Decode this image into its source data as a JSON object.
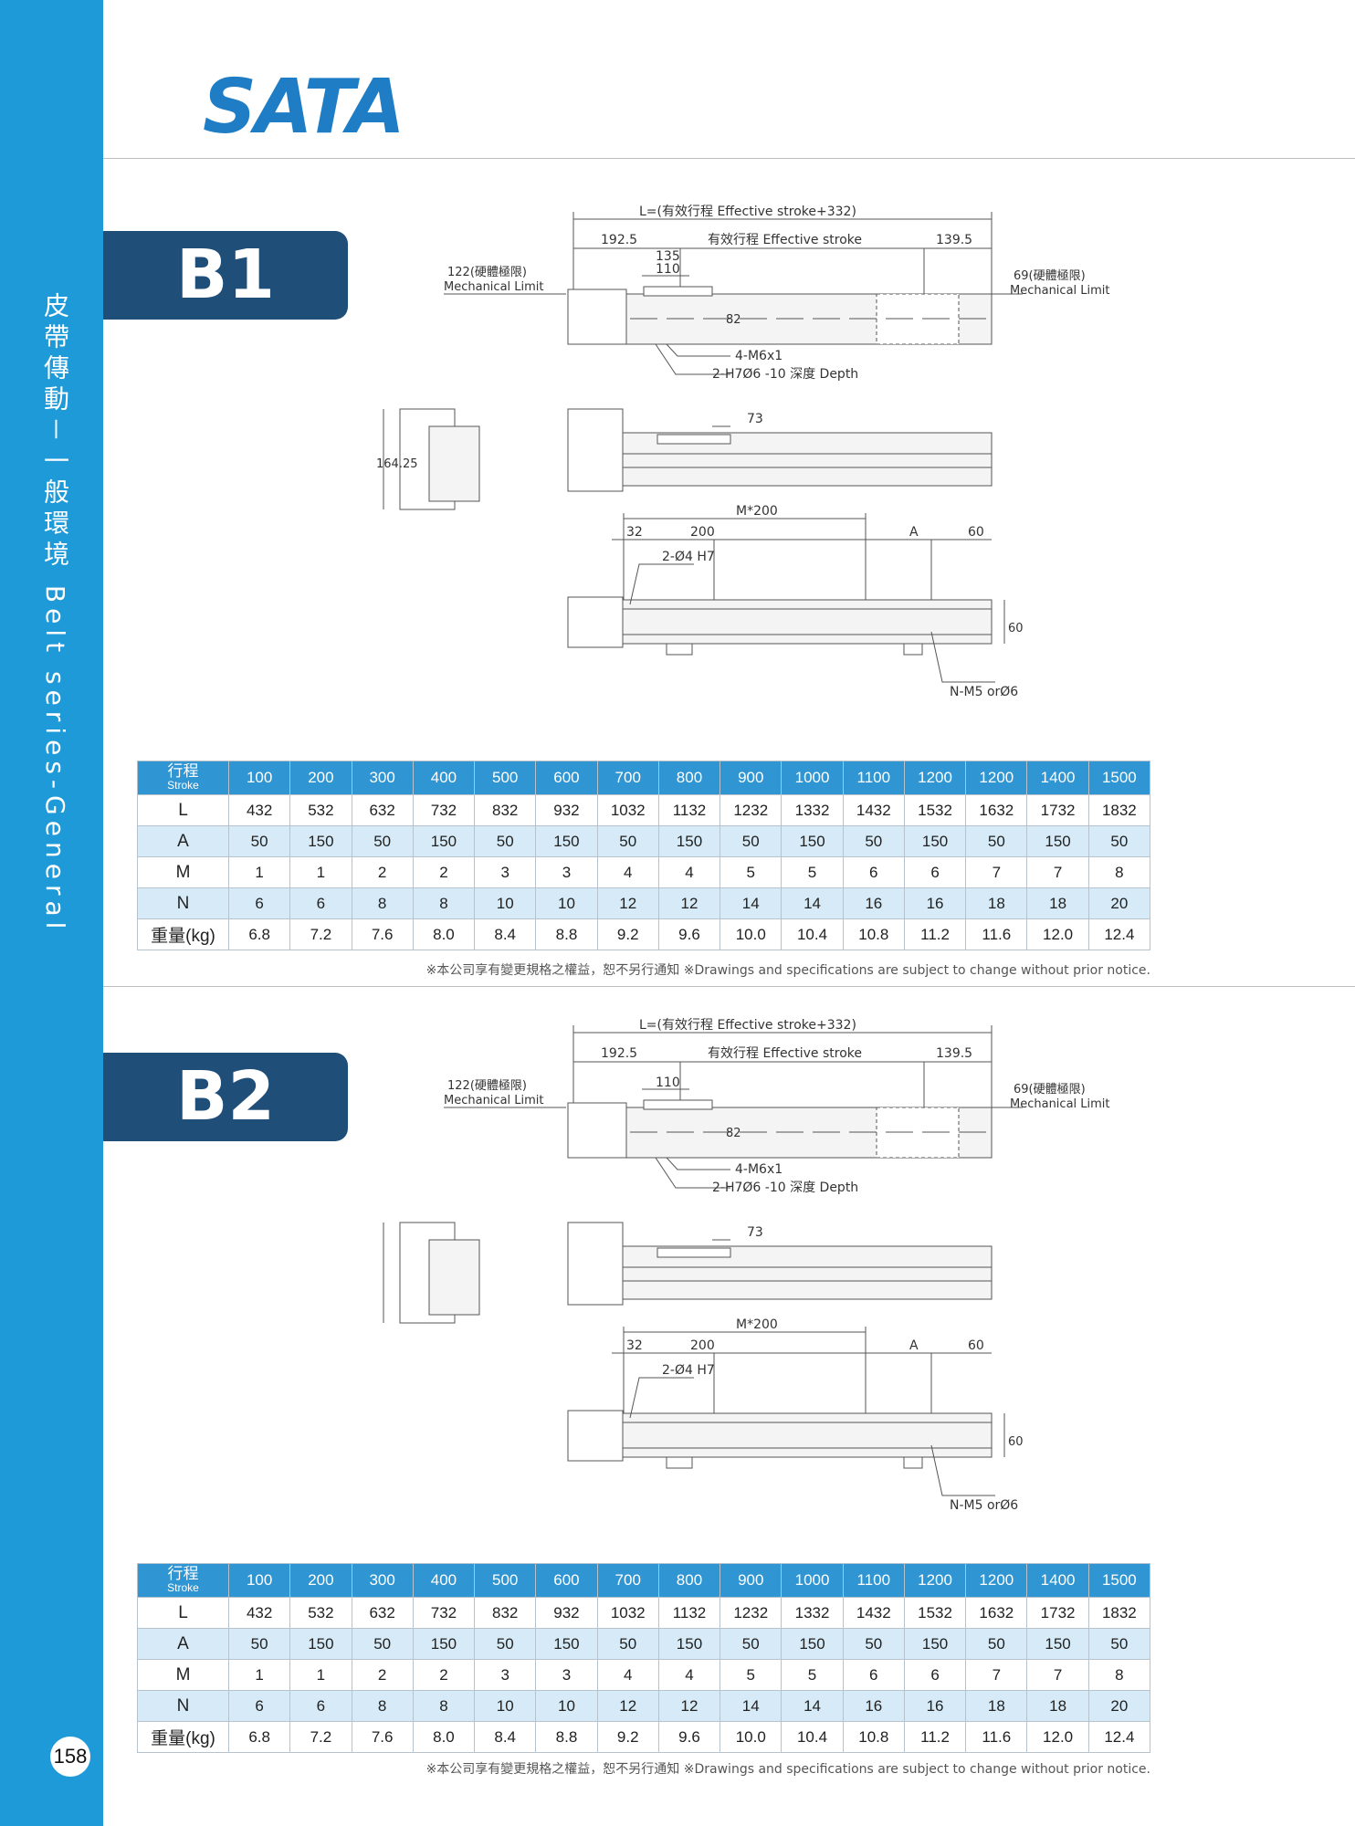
{
  "brand": "SATA",
  "page_number": "158",
  "sidebar_text": "皮帶傳動－一般環境 Belt series-General",
  "notice": "※本公司享有變更規格之權益，恕不另行通知 ※Drawings and specifications are subject to change without prior notice.",
  "models": [
    {
      "name": "B1",
      "labels": {
        "total_length": "L=(有效行程 Effective stroke+332)",
        "left_offset": "192.5",
        "stroke": "有效行程 Effective stroke",
        "right_offset": "139.5",
        "carriage_outer": "135",
        "carriage_inner": "110",
        "left_limit_zh": "122(硬體極限)",
        "left_limit_en": "Mechanical Limit",
        "right_limit_zh": "69(硬體極限)",
        "right_limit_en": "Mechanical Limit",
        "height_82": "82",
        "tap": "4-M6x1",
        "pin": "2-H7Ø6 -10 深度 Depth",
        "side_height": "164.25",
        "side_73": "73",
        "pitch": "M*200",
        "base_32": "32",
        "base_200": "200",
        "base_A": "A",
        "base_60": "60",
        "base_pin": "2-Ø4 H7",
        "base_height": "60",
        "base_holes": "N-M5 orØ6"
      },
      "table": {
        "header_zh": "行程",
        "header_en": "Stroke",
        "strokes": [
          "100",
          "200",
          "300",
          "400",
          "500",
          "600",
          "700",
          "800",
          "900",
          "1000",
          "1100",
          "1200",
          "1200",
          "1400",
          "1500"
        ],
        "rows": [
          {
            "label": "L",
            "values": [
              "432",
              "532",
              "632",
              "732",
              "832",
              "932",
              "1032",
              "1132",
              "1232",
              "1332",
              "1432",
              "1532",
              "1632",
              "1732",
              "1832"
            ]
          },
          {
            "label": "A",
            "values": [
              "50",
              "150",
              "50",
              "150",
              "50",
              "150",
              "50",
              "150",
              "50",
              "150",
              "50",
              "150",
              "50",
              "150",
              "50"
            ]
          },
          {
            "label": "M",
            "values": [
              "1",
              "1",
              "2",
              "2",
              "3",
              "3",
              "4",
              "4",
              "5",
              "5",
              "6",
              "6",
              "7",
              "7",
              "8"
            ]
          },
          {
            "label": "N",
            "values": [
              "6",
              "6",
              "8",
              "8",
              "10",
              "10",
              "12",
              "12",
              "14",
              "14",
              "16",
              "16",
              "18",
              "18",
              "20"
            ]
          },
          {
            "label": "重量(kg)",
            "values": [
              "6.8",
              "7.2",
              "7.6",
              "8.0",
              "8.4",
              "8.8",
              "9.2",
              "9.6",
              "10.0",
              "10.4",
              "10.8",
              "11.2",
              "11.6",
              "12.0",
              "12.4"
            ]
          }
        ]
      }
    },
    {
      "name": "B2",
      "labels": {
        "total_length": "L=(有效行程 Effective stroke+332)",
        "left_offset": "192.5",
        "stroke": "有效行程 Effective stroke",
        "right_offset": "139.5",
        "carriage_outer": "",
        "carriage_inner": "110",
        "left_limit_zh": "122(硬體極限)",
        "left_limit_en": "Mechanical Limit",
        "right_limit_zh": "69(硬體極限)",
        "right_limit_en": "Mechanical Limit",
        "height_82": "82",
        "tap": "4-M6x1",
        "pin": "2-H7Ø6 -10 深度 Depth",
        "side_height": "",
        "side_73": "73",
        "pitch": "M*200",
        "base_32": "32",
        "base_200": "200",
        "base_A": "A",
        "base_60": "60",
        "base_pin": "2-Ø4 H7",
        "base_height": "60",
        "base_holes": "N-M5 orØ6"
      },
      "table": {
        "header_zh": "行程",
        "header_en": "Stroke",
        "strokes": [
          "100",
          "200",
          "300",
          "400",
          "500",
          "600",
          "700",
          "800",
          "900",
          "1000",
          "1100",
          "1200",
          "1200",
          "1400",
          "1500"
        ],
        "rows": [
          {
            "label": "L",
            "values": [
              "432",
              "532",
              "632",
              "732",
              "832",
              "932",
              "1032",
              "1132",
              "1232",
              "1332",
              "1432",
              "1532",
              "1632",
              "1732",
              "1832"
            ]
          },
          {
            "label": "A",
            "values": [
              "50",
              "150",
              "50",
              "150",
              "50",
              "150",
              "50",
              "150",
              "50",
              "150",
              "50",
              "150",
              "50",
              "150",
              "50"
            ]
          },
          {
            "label": "M",
            "values": [
              "1",
              "1",
              "2",
              "2",
              "3",
              "3",
              "4",
              "4",
              "5",
              "5",
              "6",
              "6",
              "7",
              "7",
              "8"
            ]
          },
          {
            "label": "N",
            "values": [
              "6",
              "6",
              "8",
              "8",
              "10",
              "10",
              "12",
              "12",
              "14",
              "14",
              "16",
              "16",
              "18",
              "18",
              "20"
            ]
          },
          {
            "label": "重量(kg)",
            "values": [
              "6.8",
              "7.2",
              "7.6",
              "8.0",
              "8.4",
              "8.8",
              "9.2",
              "9.6",
              "10.0",
              "10.4",
              "10.8",
              "11.2",
              "11.6",
              "12.0",
              "12.4"
            ]
          }
        ]
      }
    }
  ]
}
